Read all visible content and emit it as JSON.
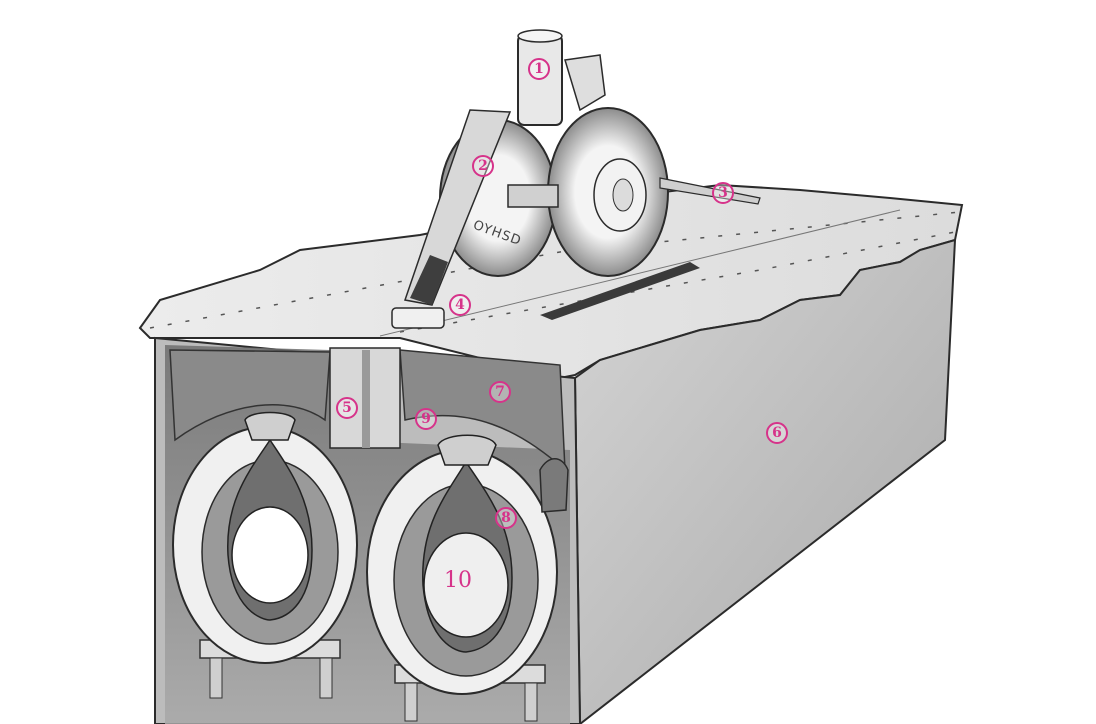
{
  "colors": {
    "label": "#d6338a",
    "outline": "#2b2b2b",
    "deck": "#e6e6e6",
    "side": "#c4c4c4",
    "interior": "#8e8e8e",
    "ring": "#f2f2f2"
  },
  "wheel_text": "OYHSD",
  "labels": {
    "l1": "1",
    "l2": "2",
    "l3": "3",
    "l4": "4",
    "l5": "5",
    "l6": "6",
    "l7": "7",
    "l8": "8",
    "l9": "9",
    "l10": "10"
  }
}
